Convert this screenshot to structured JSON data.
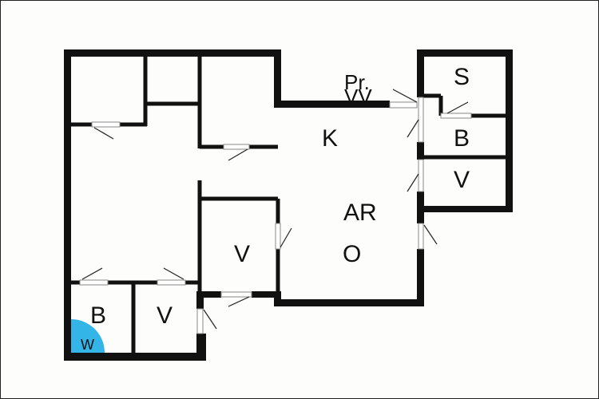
{
  "rooms": {
    "k": "K",
    "ar": "AR",
    "o": "O",
    "pr": "Pr.",
    "vv": "VV",
    "s": "S",
    "b_right": "B",
    "v_right": "V",
    "v_center": "V",
    "b_bottom": "B",
    "v_bottom": "V",
    "w": "W"
  },
  "colors": {
    "wall": "#111111",
    "washer_fill": "#33b5e8",
    "background": "#fdfdfc"
  }
}
